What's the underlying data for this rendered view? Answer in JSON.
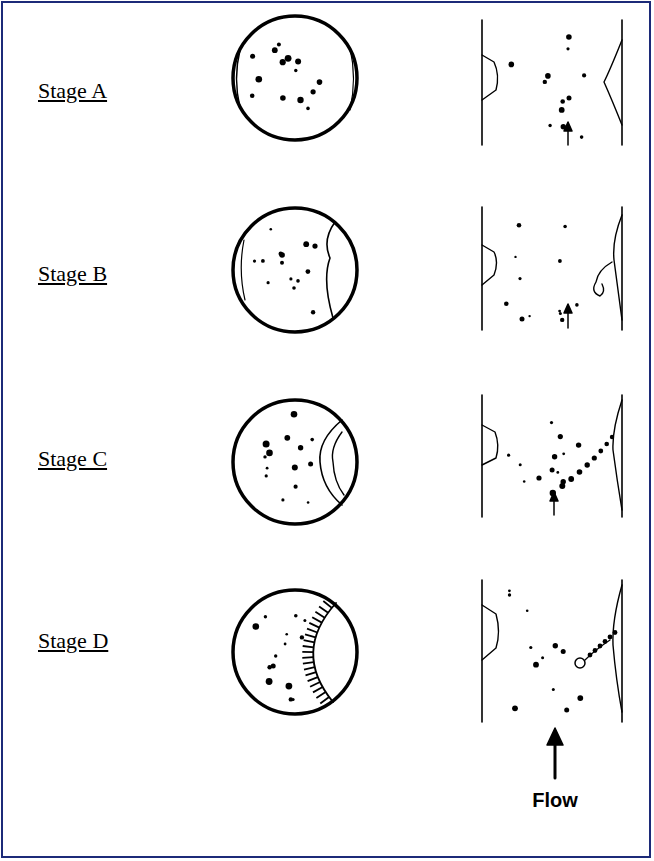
{
  "diagram": {
    "labels": [
      "Stage A",
      "Stage B",
      "Stage C",
      "Stage D",
      "Flow"
    ]
  }
}
